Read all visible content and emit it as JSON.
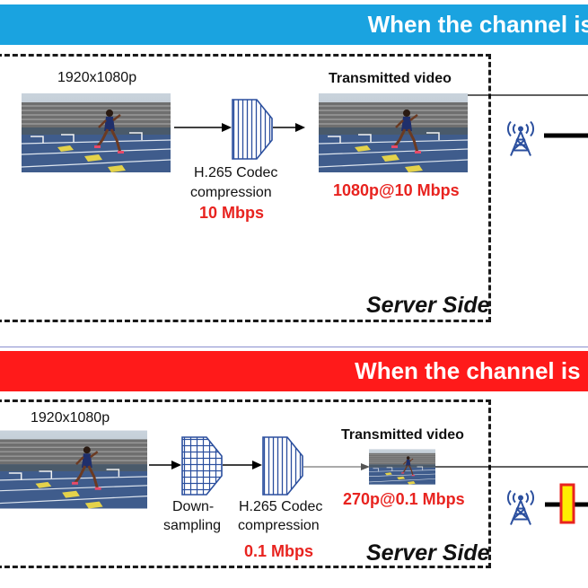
{
  "top": {
    "banner_text": "When the channel is",
    "resolution_label": "1920x1080p",
    "codec_line1": "H.265 Codec",
    "codec_line2": "compression",
    "codec_rate": "10 Mbps",
    "transmitted_label": "Transmitted video",
    "transmitted_rate": "1080p@10 Mbps",
    "server_label": "Server Side"
  },
  "bottom": {
    "banner_text": "When the channel is l",
    "resolution_label": "1920x1080p",
    "down_line1": "Down-",
    "down_line2": "sampling",
    "codec_line1": "H.265 Codec",
    "codec_line2": "compression",
    "codec_rate": "0.1 Mbps",
    "transmitted_label": "Transmitted video",
    "transmitted_rate": "270p@0.1 Mbps",
    "server_label": "Server Side"
  },
  "colors": {
    "top_banner": "#1aa3e0",
    "bottom_banner": "#ff1a1a",
    "accent_red": "#e8231f",
    "codec_blue": "#2b4f9e",
    "filter_fill": "#ffee00",
    "filter_border": "#e8231f"
  },
  "icons": [
    "antenna-tower-icon",
    "codec-block-icon",
    "downsampling-block-icon",
    "arrow-icon",
    "filter-icon"
  ]
}
